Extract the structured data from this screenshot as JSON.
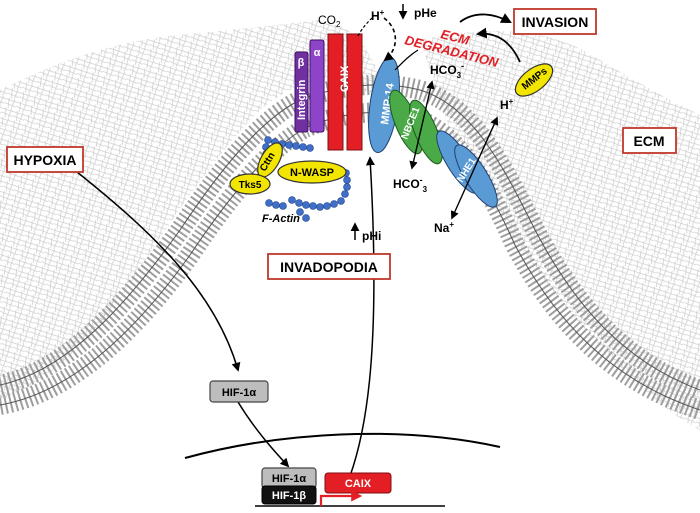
{
  "labels": {
    "hypoxia": "HYPOXIA",
    "invasion": "INVASION",
    "ecm": "ECM",
    "invadopodia": "INVADOPODIA",
    "ecm_degradation_1": "ECM",
    "ecm_degradation_2": "DEGRADATION"
  },
  "proteins": {
    "integrin": "Integrin",
    "beta": "β",
    "alpha": "α",
    "caix": "CAIX",
    "mmp14": "MMP-14",
    "nbce1": "NBCE1",
    "nhe1": "NHE1",
    "mmps": "MMPs",
    "cttn": "Cttn",
    "nwasp": "N-WASP",
    "tks5": "Tks5",
    "factin": "F-Actin"
  },
  "molecules": {
    "co2_base": "CO",
    "co2_sub": "2",
    "h_plus_top": "H",
    "h_plus_top_sup": "+",
    "phe": "pHe",
    "hco3_top_base": "HCO",
    "hco3_top_sub": "3",
    "hco3_top_sup": "-",
    "hco3_bottom_base": "HCO",
    "hco3_bottom_sub": "3",
    "hco3_bottom_sup": "-",
    "h_plus_right": "H",
    "h_plus_right_sup": "+",
    "na_plus": "Na",
    "na_plus_sup": "+",
    "phi": "pHi"
  },
  "nucleus": {
    "hif1a_cyto": "HIF-1α",
    "hif1a_nuc": "HIF-1α",
    "hif1b": "HIF-1β",
    "caix_gene": "CAIX"
  },
  "colors": {
    "integrin_beta": "#7030a0",
    "integrin_alpha": "#8e44c9",
    "caix": "#e31e24",
    "mmp14": "#5b9bd5",
    "nbce1": "#4aaa47",
    "nhe1": "#5b9bd5",
    "yellow": "#f2e600",
    "factin": "#2f4f9f",
    "red_text": "#e31e24",
    "box_border": "#c0392b",
    "hif_gray": "#bdbdbd",
    "hif_black": "#111111"
  }
}
